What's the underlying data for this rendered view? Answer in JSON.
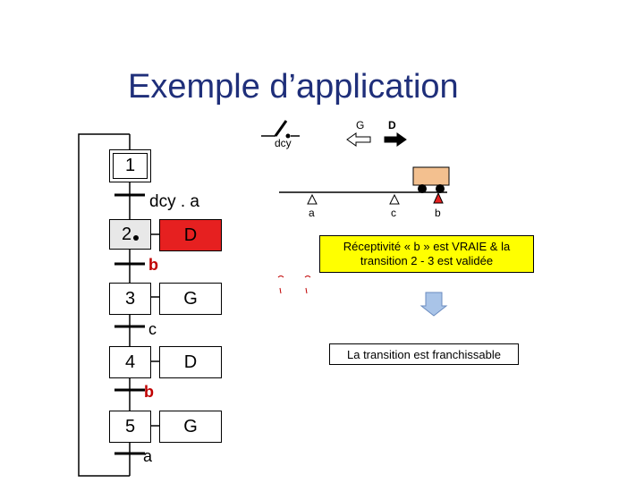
{
  "title": "Exemple d’application",
  "steps": [
    {
      "label": "1"
    },
    {
      "label": "2"
    },
    {
      "label": "3"
    },
    {
      "label": "4"
    },
    {
      "label": "5"
    }
  ],
  "actions": [
    "D",
    "G",
    "D",
    "G"
  ],
  "transitions": [
    "dcy . a",
    "b",
    "c",
    "b",
    "a"
  ],
  "scene": {
    "dcy_label": "dcy",
    "g_label": "G",
    "d_label": "D",
    "sensor_a": "a",
    "sensor_c": "c",
    "sensor_b": "b"
  },
  "notes": {
    "receptivity": "Réceptivité « b » est VRAIE & la transition 2 - 3 est validée",
    "crossable": "La transition est franchissable"
  },
  "colors": {
    "title": "#1f2f7a",
    "active_action": "#e62020",
    "note_bg": "#ffff00",
    "cart": "#f3c08f",
    "arrow_down": "#a9c4e8"
  }
}
